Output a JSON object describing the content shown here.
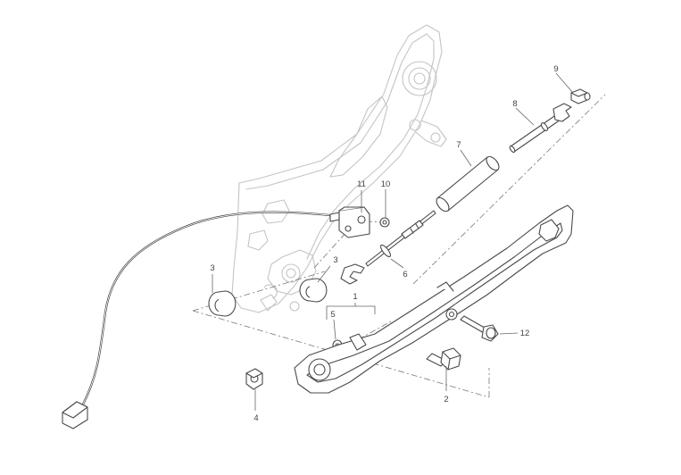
{
  "callouts": [
    {
      "id": "1",
      "label": "1"
    },
    {
      "id": "2",
      "label": "2"
    },
    {
      "id": "3a",
      "label": "3"
    },
    {
      "id": "3b",
      "label": "3"
    },
    {
      "id": "4",
      "label": "4"
    },
    {
      "id": "5",
      "label": "5"
    },
    {
      "id": "6",
      "label": "6"
    },
    {
      "id": "7",
      "label": "7"
    },
    {
      "id": "8",
      "label": "8"
    },
    {
      "id": "9",
      "label": "9"
    },
    {
      "id": "10",
      "label": "10"
    },
    {
      "id": "11",
      "label": "11"
    },
    {
      "id": "12",
      "label": "12"
    }
  ]
}
